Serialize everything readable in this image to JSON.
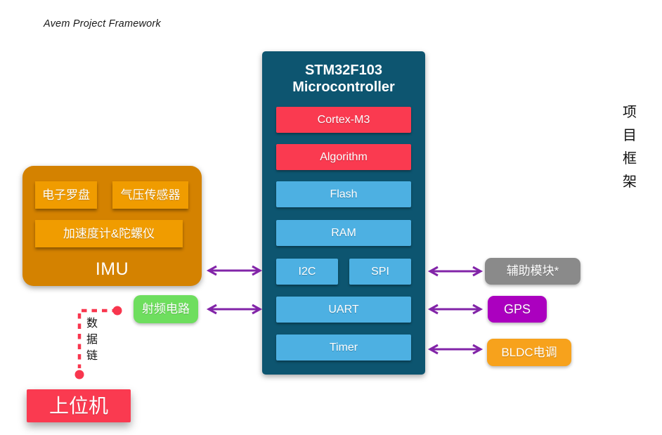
{
  "header": {
    "title": "Avem Project Framework"
  },
  "side_title": [
    "项",
    "目",
    "框",
    "架"
  ],
  "mcu": {
    "title_line1": "STM32F103",
    "title_line2": "Microcontroller",
    "blocks": {
      "cortex": "Cortex-M3",
      "algorithm": "Algorithm",
      "flash": "Flash",
      "ram": "RAM",
      "i2c": "I2C",
      "spi": "SPI",
      "uart": "UART",
      "timer": "Timer"
    }
  },
  "imu": {
    "label": "IMU",
    "compass": "电子罗盘",
    "barometer": "气压传感器",
    "accel_gyro": "加速度计&陀螺仪"
  },
  "rf_circuit": {
    "label": "射频电路"
  },
  "host_pc": {
    "label": "上位机"
  },
  "aux_module": {
    "label": "辅助模块*"
  },
  "gps": {
    "label": "GPS"
  },
  "bldc_esc": {
    "label": "BLDC电调"
  },
  "datalink": {
    "chars": [
      "数",
      "据",
      "链"
    ]
  },
  "colors": {
    "mcu_bg": "#0d5570",
    "core_red": "#fa3a50",
    "peripheral_blue": "#4db0e2",
    "imu_bg": "#d48200",
    "imu_inner": "#f09c00",
    "rf_green": "#6ede5e",
    "aux_gray": "#8a8a8a",
    "gps_purple": "#ab00bf",
    "bldc_orange": "#f7a21c",
    "arrow_purple": "#8224a8",
    "datalink_red": "#f8364e"
  }
}
